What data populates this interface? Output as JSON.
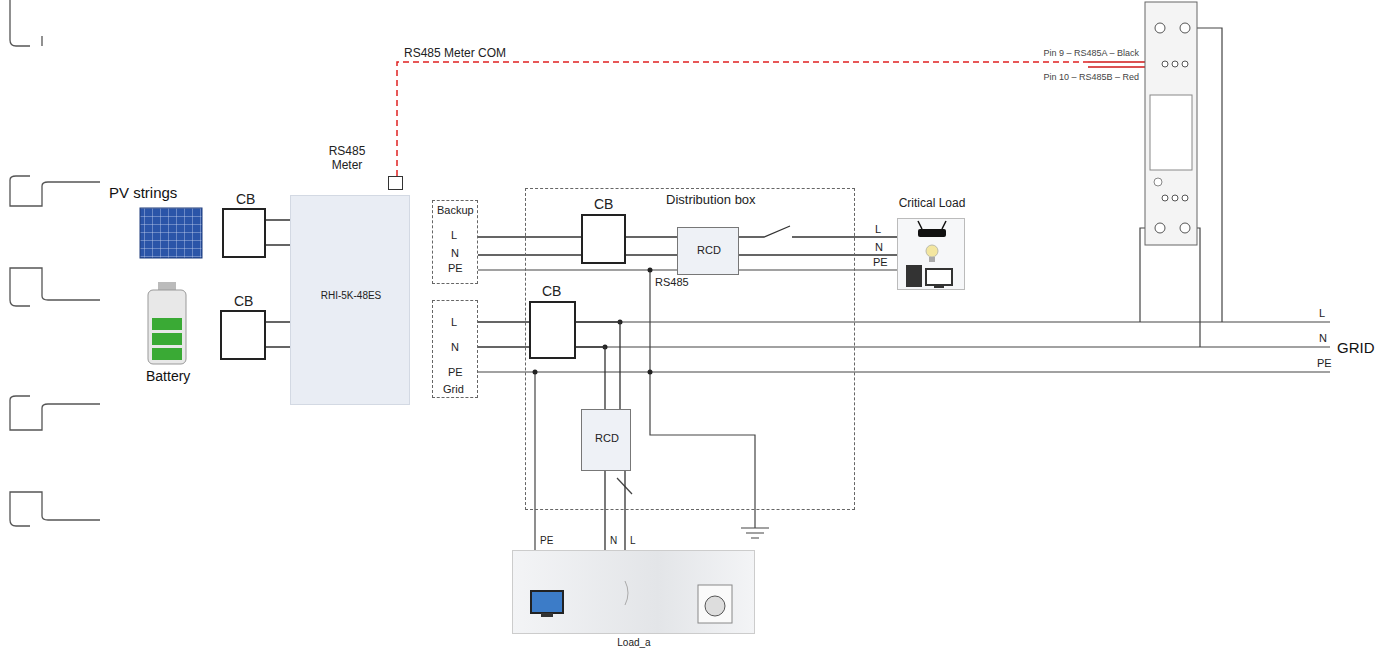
{
  "diagram": {
    "nodes": [
      {
        "text": [
          "CB"
        ]
      },
      {
        "text": [
          "CB"
        ]
      },
      {
        "text": [
          "RS485 Meter"
        ]
      },
      {
        "text": [
          "RHI-5K-48ES"
        ]
      },
      {
        "text": [
          "Backup",
          "L",
          "N",
          "PE"
        ]
      },
      {
        "text": [
          "L",
          "N",
          "PE",
          "Grid"
        ]
      },
      {
        "text": [
          "Distribution box"
        ]
      },
      {
        "text": [
          "CB"
        ],
        "in": 6
      },
      {
        "text": [
          "RCD"
        ],
        "in": 6
      },
      {
        "text": [
          "CB"
        ],
        "in": 6
      },
      {
        "text": [
          "RCD"
        ],
        "in": 6
      },
      {
        "text": [
          "Critical Load"
        ]
      },
      {
        "text": [
          "PE",
          "N",
          "L",
          "Load_a"
        ]
      }
    ],
    "edges": [
      {
        "from": 0,
        "to": 3,
        "arrow": "none"
      },
      {
        "from": 1,
        "to": 3,
        "arrow": "none"
      },
      {
        "from": 4,
        "to": 7,
        "arrow": "none"
      },
      {
        "from": 7,
        "to": 8,
        "arrow": "none"
      },
      {
        "from": 8,
        "to": 11,
        "arrow": "none"
      },
      {
        "from": 5,
        "to": 9,
        "arrow": "none"
      },
      {
        "from": 9,
        "to": 10,
        "arrow": "none"
      },
      {
        "from": 10,
        "to": 12,
        "arrow": "none"
      }
    ],
    "labels": [
      "RS485 Meter COM",
      "Pin 9 – RS485A – Black",
      "Pin 10 – RS485B – Red",
      "PV strings",
      "Battery",
      "RS485",
      "L",
      "N",
      "PE",
      "L",
      "N",
      "GRID",
      "PE"
    ]
  }
}
